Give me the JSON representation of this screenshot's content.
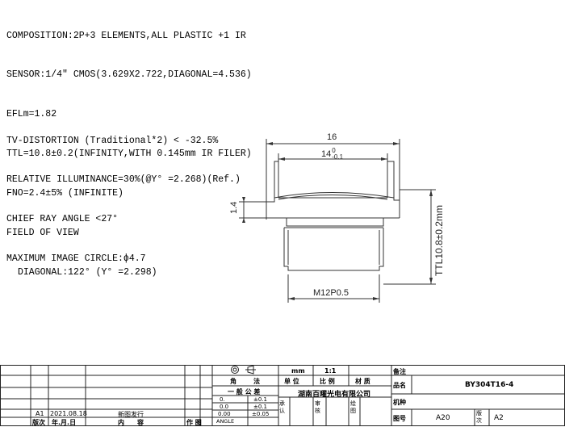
{
  "spec": {
    "composition": "COMPOSITION:2P+3 ELEMENTS,ALL PLASTIC +1 IR",
    "sensor": "SENSOR:1/4\" CMOS(3.629X2.722,DIAGONAL=4.536)",
    "efl": "EFLm=1.82",
    "ttl": "TTL=10.8±0.2(INFINITY,WITH 0.145mm IR FILER)",
    "fno": "FNO=2.4±5% (INFINITE)",
    "fov": "FIELD OF VIEW",
    "diagonal": "DIAGONAL:122° (Y° =2.298)",
    "tv_distortion": "TV-DISTORTION (Traditional*2) < -32.5%",
    "relative_illuminance": "RELATIVE ILLUMINANCE=30%(@Y° =2.268)(Ref.)",
    "chief_ray_angle": "CHIEF RAY ANGLE <27°",
    "max_image_circle": "MAXIMUM IMAGE CIRCLE:ϕ4.7"
  },
  "drawing": {
    "dim_16": "16",
    "dim_14": "14",
    "dim_14_tol_upper": "0",
    "dim_14_tol_lower": "-0.1",
    "dim_1_4": "1.4",
    "dim_ttl": "TTL10.8±0.2mm",
    "thread": "M12P0.5"
  },
  "title_block": {
    "unit_header": "mm",
    "scale_value": "1:1",
    "remarks_label": "备注",
    "angle_label": "角",
    "method_label": "法",
    "unit_label": "单 位",
    "scale_label": "比 例",
    "material_label": "材 质",
    "name_label": "品名",
    "name_value": "BY304T16-4",
    "general_tolerance": "一 般 公 差",
    "company": "湖南百曜光电有限公司",
    "model_label": "机种",
    "tol_rows": [
      {
        "range": "0.",
        "tol": "±0.1"
      },
      {
        "range": "0.0",
        "tol": "±0.1"
      },
      {
        "range": "0.00",
        "tol": "±0.05"
      }
    ],
    "angle_row": "ANGLE",
    "approve_label": "承认",
    "review_label": "审核",
    "draw_label": "绘图",
    "drawing_no_label": "图号",
    "drawing_no_value": "A20",
    "version_label": "版次",
    "version_value": "A2",
    "rev_version": "A1",
    "rev_date": "2021.08.18",
    "rev_content": "新图发行",
    "col_version": "版次",
    "col_date": "年.月.日",
    "col_content": "内　　容",
    "col_author": "作 图"
  }
}
